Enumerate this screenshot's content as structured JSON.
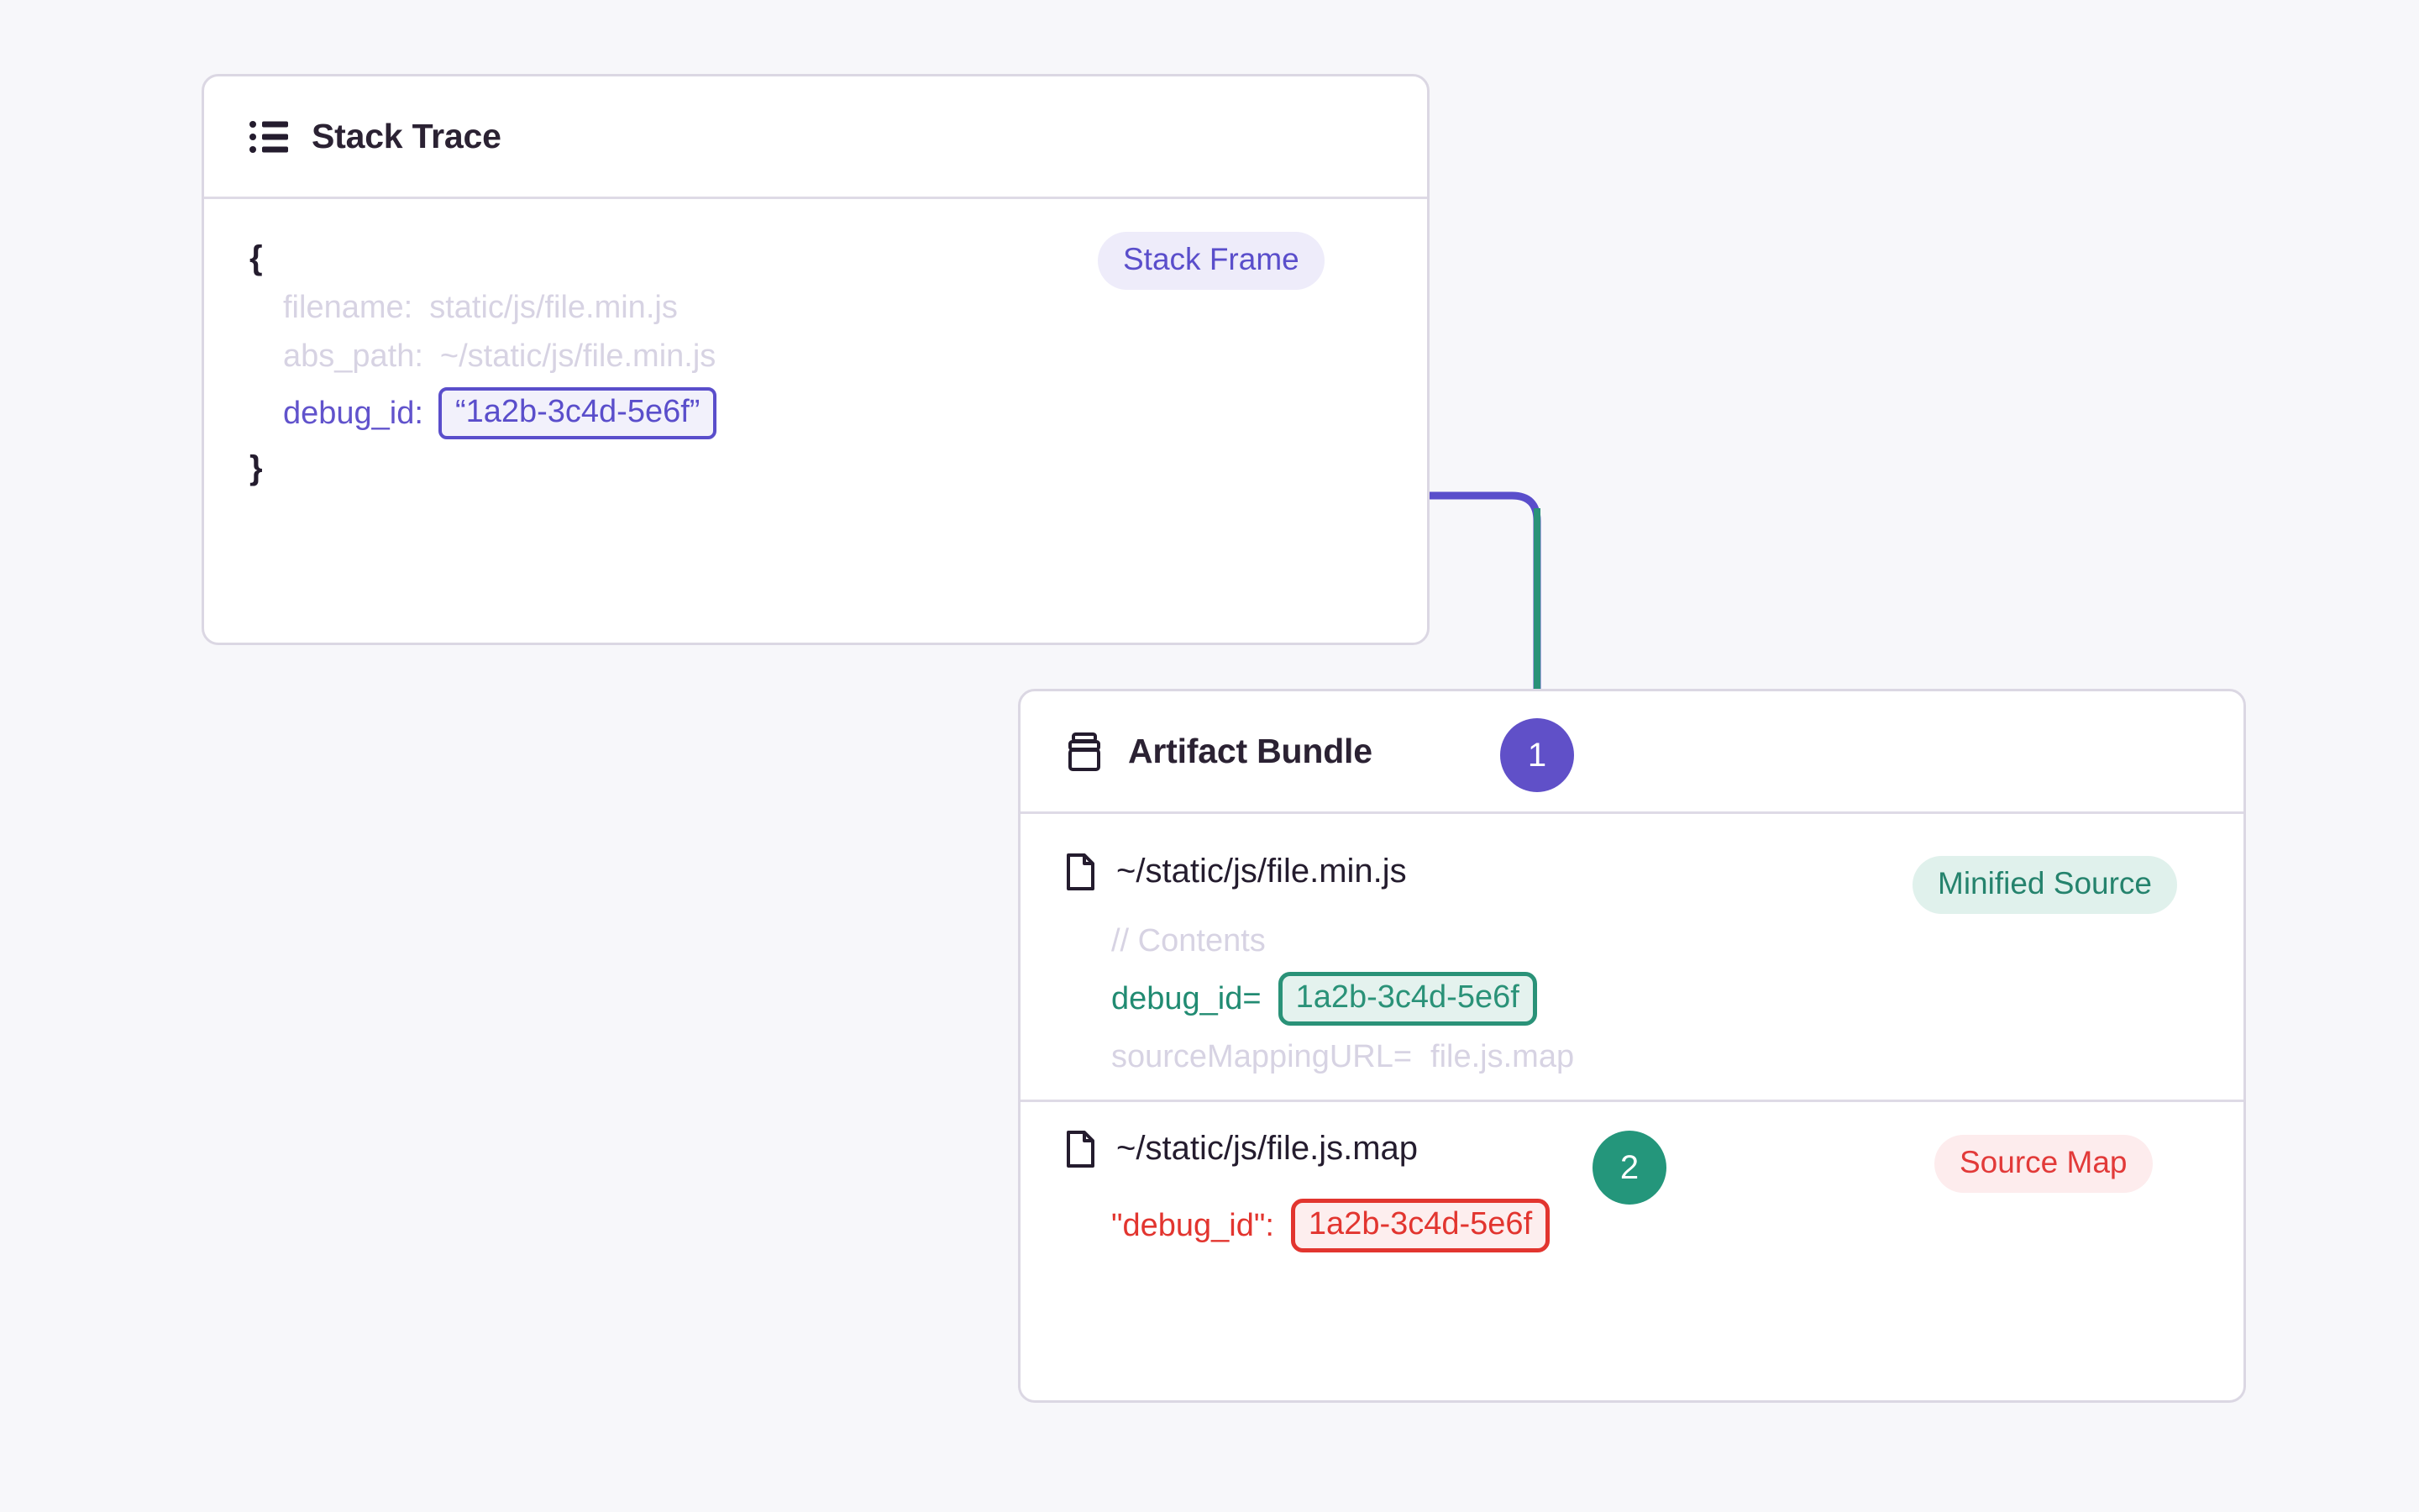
{
  "page": {
    "background_color": "#f7f7fa"
  },
  "colors": {
    "purple": "#5a4ecb",
    "purple_badge": "#6050c8",
    "green": "#2a9278",
    "red": "#e2352f",
    "muted_text": "#d7d3e3",
    "dark_text": "#241c2e",
    "card_border": "#dbd7e3"
  },
  "stack_trace_card": {
    "icon": "list-icon",
    "title": "Stack Trace",
    "badge": {
      "label": "Stack Frame",
      "color": "#5a4ecb"
    },
    "open_brace": "{",
    "close_brace": "}",
    "fields": [
      {
        "key": "filename:",
        "value": "static/js/file.min.js",
        "muted": true
      },
      {
        "key": "abs_path:",
        "value": "~/static/js/file.min.js",
        "muted": true
      }
    ],
    "debug_id": {
      "key": "debug_id:",
      "value": "“1a2b-3c4d-5e6f”"
    }
  },
  "artifact_bundle_card": {
    "icon": "archive-box-icon",
    "title": "Artifact Bundle",
    "entries": [
      {
        "icon": "file-icon",
        "path": "~/static/js/file.min.js",
        "badge": {
          "label": "Minified Source",
          "color": "#25836d"
        },
        "lines": [
          {
            "text": "// Contents",
            "muted": true
          },
          {
            "key": "debug_id=",
            "value": "1a2b-3c4d-5e6f",
            "muted": false
          },
          {
            "key": "sourceMappingURL=",
            "value": "file.js.map",
            "muted": true
          }
        ]
      },
      {
        "icon": "file-icon",
        "path": "~/static/js/file.js.map",
        "badge": {
          "label": "Source Map",
          "color": "#e23a39"
        },
        "lines": [
          {
            "key": "\"debug_id\":",
            "value": "1a2b-3c4d-5e6f",
            "muted": false
          }
        ]
      }
    ]
  },
  "steps": [
    {
      "number": "1",
      "color": "#6050c8"
    },
    {
      "number": "2",
      "color": "#24967b"
    }
  ]
}
